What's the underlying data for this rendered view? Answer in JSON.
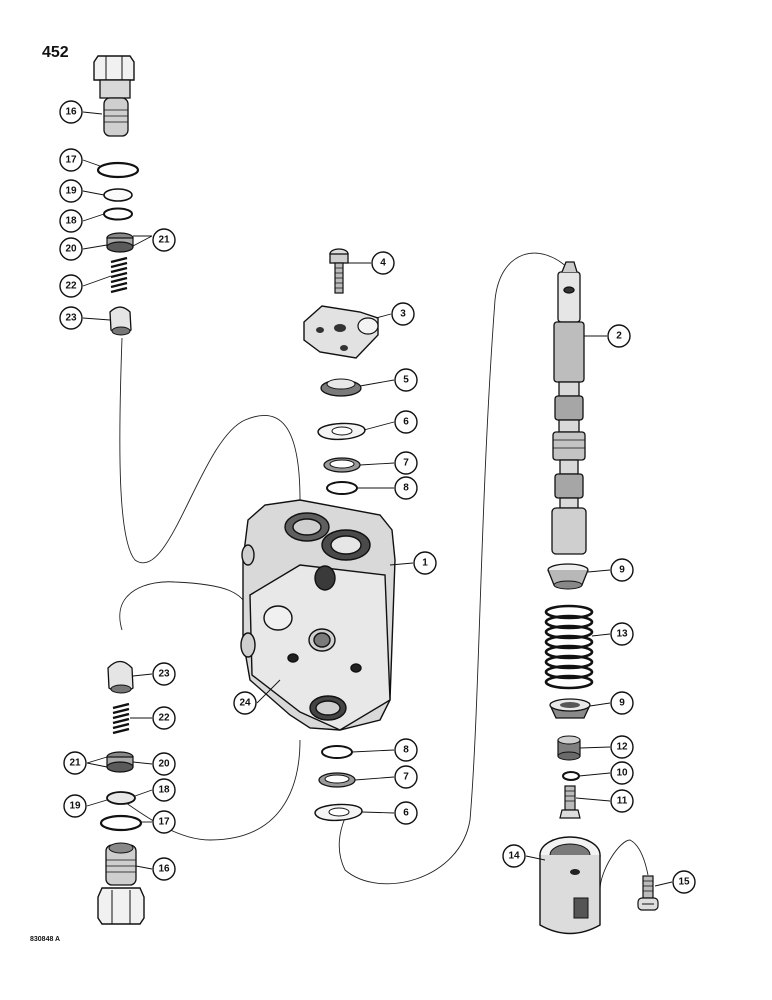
{
  "page": {
    "number": "452",
    "figure_code": "830848 A"
  },
  "callouts": [
    "1",
    "2",
    "3",
    "4",
    "5",
    "6",
    "7",
    "8",
    "9",
    "10",
    "11",
    "12",
    "13",
    "14",
    "15",
    "16",
    "17",
    "18",
    "19",
    "20",
    "21",
    "22",
    "23",
    "24"
  ],
  "colors": {
    "line": "#111111",
    "fill_light": "#e6e6e6",
    "fill_mid": "#bdbdbd",
    "fill_dark": "#5a5a5a"
  }
}
